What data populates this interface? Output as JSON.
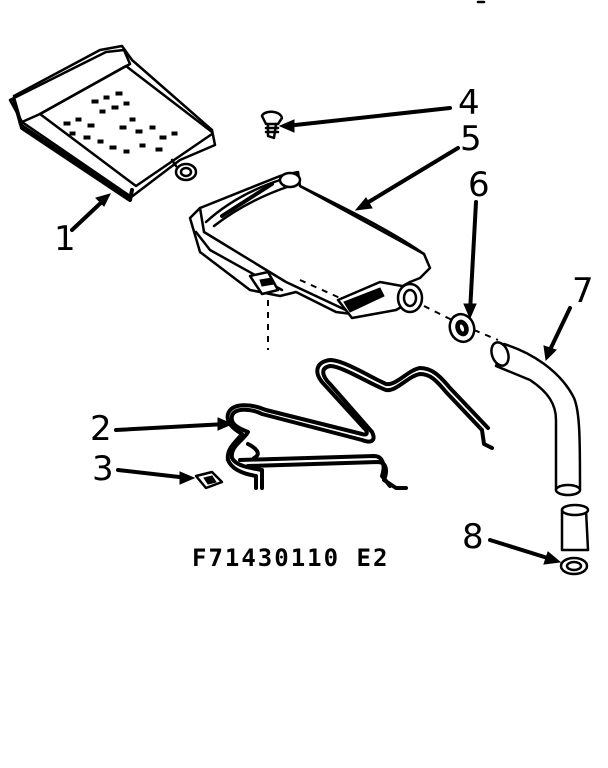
{
  "drawing_code": "F71430110 E2",
  "callouts": [
    {
      "id": "1",
      "label": "1"
    },
    {
      "id": "2",
      "label": "2"
    },
    {
      "id": "3",
      "label": "3"
    },
    {
      "id": "4",
      "label": "4"
    },
    {
      "id": "5",
      "label": "5"
    },
    {
      "id": "6",
      "label": "6"
    },
    {
      "id": "7",
      "label": "7"
    },
    {
      "id": "8",
      "label": "8"
    }
  ]
}
